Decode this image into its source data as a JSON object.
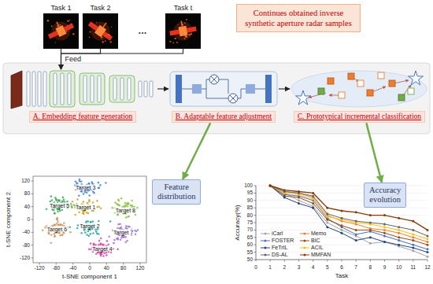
{
  "diagram": {
    "nodes": [
      {
        "text": [
          "Task 1"
        ]
      },
      {
        "text": [
          "Task 2"
        ]
      },
      {
        "text": [
          "Task t"
        ]
      },
      {
        "text": [
          "Continues obtained inverse synthetic aperture radar samples"
        ]
      },
      {
        "text": [
          "A. Embedding feature generation"
        ]
      },
      {
        "text": [
          "B. Adaptable feature adjustment"
        ]
      },
      {
        "text": [
          "C. Prototypical incremental classification"
        ]
      },
      {
        "text": [
          "Feature distribution"
        ]
      },
      {
        "text": [
          "Accuracy evolution"
        ]
      }
    ],
    "edges": [
      {
        "from": 0,
        "to": 4,
        "arrow": "to",
        "label": "Feed"
      },
      {
        "from": 1,
        "to": 4,
        "arrow": "to"
      },
      {
        "from": 2,
        "to": 4,
        "arrow": "to"
      },
      {
        "from": 4,
        "to": 5,
        "arrow": "to"
      },
      {
        "from": 5,
        "to": 6,
        "arrow": "to"
      },
      {
        "from": 5,
        "to": 7,
        "arrow": "to"
      },
      {
        "from": 6,
        "to": 8,
        "arrow": "to"
      }
    ],
    "labels": [
      "...",
      "t-SNE component 1",
      "t-SNE component 2",
      "-120",
      "-80",
      "-40",
      "0",
      "40",
      "80",
      "120",
      "120",
      "80",
      "40",
      "0",
      "-40",
      "-80",
      "-120",
      "Target 1",
      "Target 2",
      "Target 3",
      "Target 4",
      "Target 5",
      "Target 6",
      "Target 7",
      "Target 8",
      "Accuracy(%)",
      "Task",
      "100",
      "95",
      "90",
      "85",
      "80",
      "75",
      "70",
      "65",
      "60",
      "55",
      "50",
      "0",
      "1",
      "2",
      "3",
      "4",
      "5",
      "6",
      "7",
      "8",
      "9",
      "10",
      "11",
      "12"
    ],
    "legend": [
      {
        "text": "iCarl"
      },
      {
        "text": "Memo"
      },
      {
        "text": "FOSTER"
      },
      {
        "text": "BIC"
      },
      {
        "text": "FeTrIL"
      },
      {
        "text": "ACIL"
      },
      {
        "text": "DS-AL"
      },
      {
        "text": "MMFAN"
      }
    ]
  }
}
